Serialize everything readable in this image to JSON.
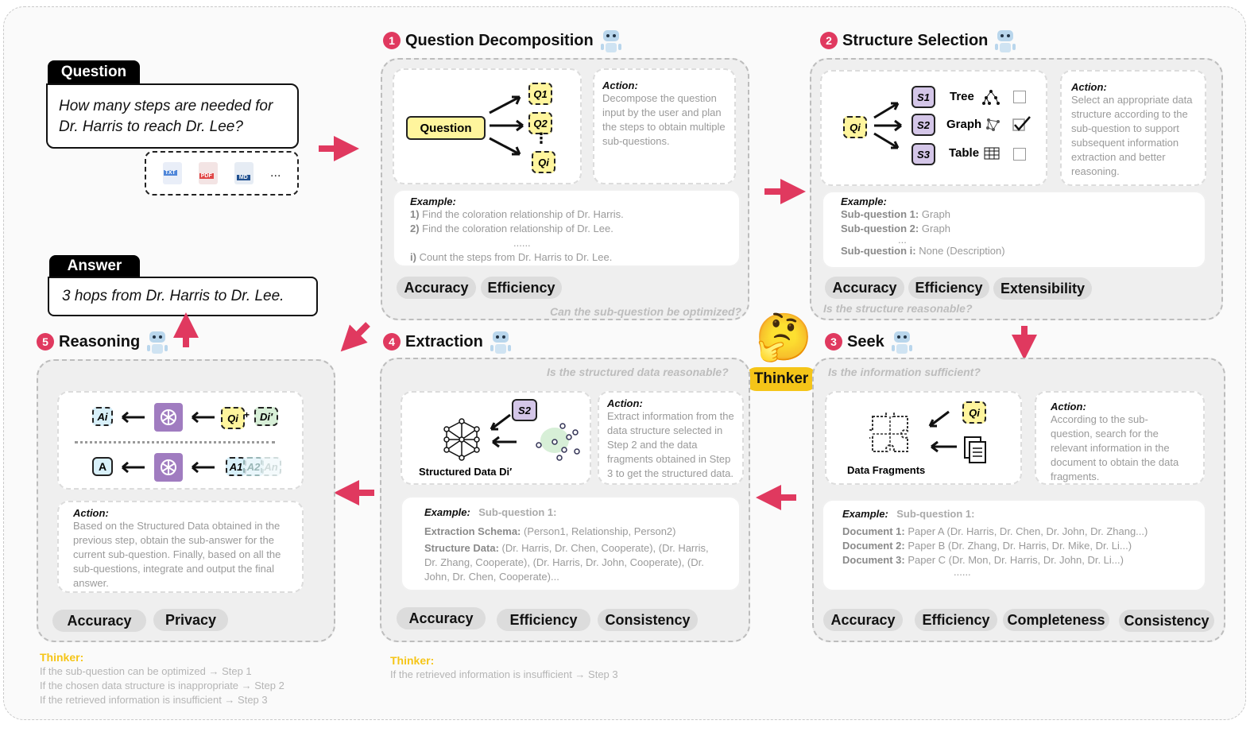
{
  "question": {
    "header": "Question",
    "text": "How many steps are needed for Dr. Harris to reach Dr. Lee?",
    "file_icons": [
      "TXT",
      "PDF",
      "MD"
    ],
    "more": "..."
  },
  "answer": {
    "header": "Answer",
    "text": "3 hops from Dr. Harris to Dr. Lee."
  },
  "thinker": {
    "label": "Thinker",
    "emoji": "🤔"
  },
  "decomposition": {
    "num": "1",
    "title": "Question Decomposition",
    "question_box": "Question",
    "q_sub": [
      "Q1",
      "Q2",
      "Qi"
    ],
    "dots": "⋮",
    "action_label": "Action:",
    "action_text": "Decompose the question input by the user and plan the steps to obtain multiple sub-questions.",
    "example_label": "Example:",
    "example_lines": [
      {
        "prefix": "1)",
        "text": " Find the coloration relationship of Dr. Harris."
      },
      {
        "prefix": "2)",
        "text": " Find the coloration relationship of Dr. Lee."
      },
      {
        "prefix": "",
        "text": "......"
      },
      {
        "prefix": "i)",
        "text": " Count the steps from Dr. Harris to Dr. Lee."
      }
    ],
    "metrics": [
      "Accuracy",
      "Efficiency"
    ],
    "check": "Can the sub-question be optimized?"
  },
  "structure": {
    "num": "2",
    "title": "Structure Selection",
    "q_label": "Qi",
    "options": [
      {
        "s": "S1",
        "name": "Tree",
        "checked": false
      },
      {
        "s": "S2",
        "name": "Graph",
        "checked": true
      },
      {
        "s": "S3",
        "name": "Table",
        "checked": false
      }
    ],
    "action_label": "Action:",
    "action_text": "Select an appropriate data structure according to the sub-question to support subsequent information extraction and better reasoning.",
    "example_label": "Example:",
    "example_lines": [
      {
        "prefix": "Sub-question 1:",
        "text": " Graph"
      },
      {
        "prefix": "Sub-question 2:",
        "text": " Graph"
      },
      {
        "prefix": "",
        "text": "..."
      },
      {
        "prefix": "Sub-question i:",
        "text": " None (Description)"
      }
    ],
    "metrics": [
      "Accuracy",
      "Efficiency",
      "Extensibility"
    ],
    "check": "Is the structure reasonable?"
  },
  "seek": {
    "num": "3",
    "title": "Seek",
    "check": "Is the information sufficient?",
    "fragments_label": "Data Fragments",
    "q_label": "Qi",
    "action_label": "Action:",
    "action_text": "According to the sub-question, search for the relevant information in the document to obtain the data fragments.",
    "example_label": "Example:",
    "example_sub": "Sub-question 1:",
    "example_lines": [
      {
        "prefix": "Document 1:",
        "text": " Paper A (Dr. Harris, Dr. Chen, Dr. John, Dr. Zhang...)"
      },
      {
        "prefix": "Document 2:",
        "text": " Paper B (Dr. Zhang, Dr. Harris, Dr. Mike, Dr. Li...)"
      },
      {
        "prefix": "Document 3:",
        "text": " Paper C (Dr. Mon, Dr. Harris, Dr. John, Dr. Li...)"
      },
      {
        "prefix": "",
        "text": "......"
      }
    ],
    "metrics": [
      "Accuracy",
      "Efficiency",
      "Completeness",
      "Consistency"
    ]
  },
  "extraction": {
    "num": "4",
    "title": "Extraction",
    "check": "Is the structured data reasonable?",
    "s_label": "S2",
    "structured_label": "Structured Data Di′",
    "action_label": "Action:",
    "action_text": "Extract information from the data structure selected in Step 2 and the data fragments obtained in Step 3 to get the structured data.",
    "example_label": "Example:",
    "example_sub": "Sub-question 1:",
    "schema_label": "Extraction Schema:",
    "schema_text": " (Person1, Relationship, Person2)",
    "data_label": "Structure Data:",
    "data_text": " (Dr. Harris, Dr. Chen, Cooperate), (Dr. Harris, Dr. Zhang, Cooperate), (Dr. Harris, Dr. John, Cooperate), (Dr. John, Dr. Chen, Cooperate)...",
    "metrics": [
      "Accuracy",
      "Efficiency",
      "Consistency"
    ]
  },
  "reasoning": {
    "num": "5",
    "title": "Reasoning",
    "row1": {
      "out": "Ai",
      "in1": "Qi",
      "plus": "+",
      "in2": "Di′"
    },
    "row2": {
      "out": "A",
      "in": [
        "A1",
        "A2",
        "An"
      ]
    },
    "action_label": "Action:",
    "action_text": "Based on the Structured Data obtained in the previous step, obtain the sub-answer for the current sub-question. Finally, based on all the sub-questions, integrate and output the final answer.",
    "metrics": [
      "Accuracy",
      "Privacy"
    ]
  },
  "thinker_notes_left": {
    "label": "Thinker:",
    "lines": [
      "If the sub-question can be optimized → Step 1",
      "If the chosen data structure is inappropriate → Step 2",
      "If the retrieved information is insufficient → Step 3"
    ]
  },
  "thinker_notes_mid": {
    "label": "Thinker:",
    "lines": [
      "If the retrieved information is insufficient → Step 3"
    ]
  },
  "colors": {
    "accent": "#e0395f",
    "arrow": "#e0395f",
    "yellow": "#fff59d",
    "purple": "#d4c6e8",
    "thinker": "#f5c518"
  }
}
